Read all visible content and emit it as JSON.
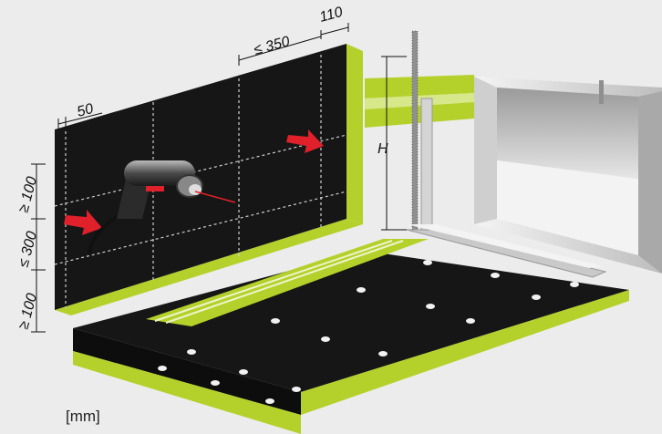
{
  "labels": {
    "dim_110": "110",
    "dim_350": "≤ 350",
    "dim_50": "50",
    "dim_h": "H",
    "dim_100_top": "≥ 100",
    "dim_300": "≤ 300",
    "dim_100_bottom": "≥ 100",
    "unit": "[mm]"
  },
  "colors": {
    "background": "#ececec",
    "board": "#161616",
    "board_edge": "#b4d12b",
    "arrow": "#e0202a",
    "duct": "#d9d9d9",
    "pins": "#f2f2f2"
  }
}
